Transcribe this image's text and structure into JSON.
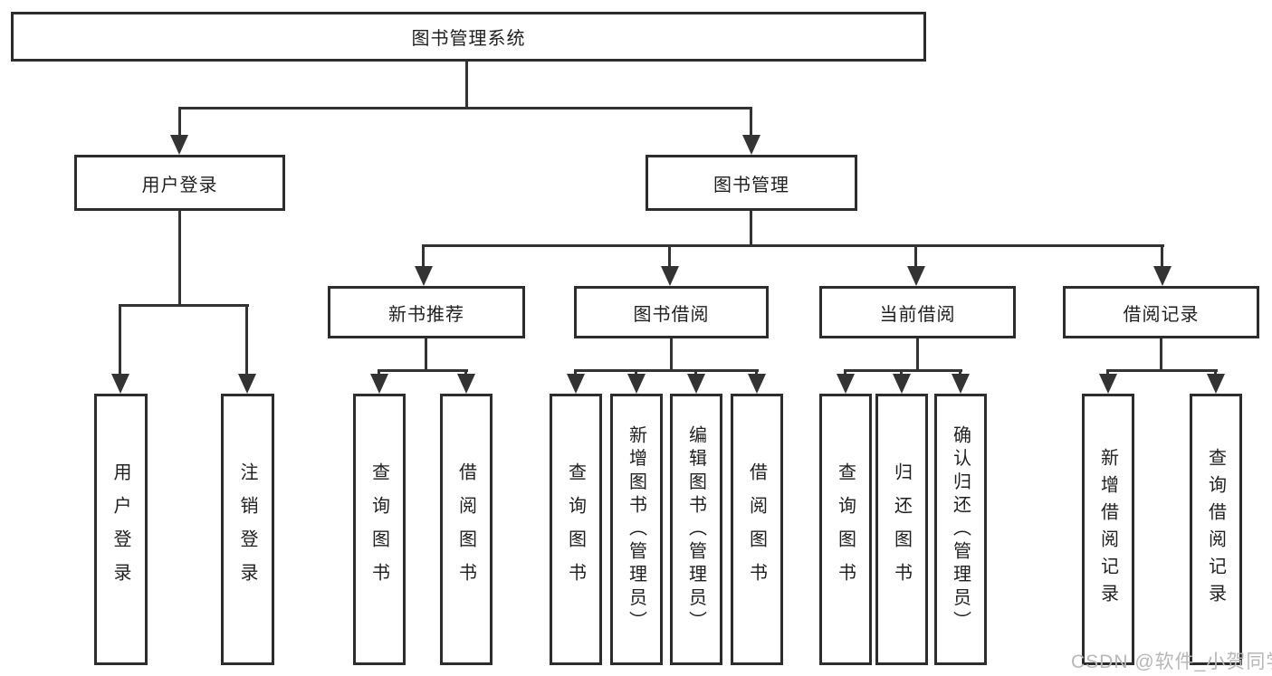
{
  "diagram": {
    "title": "图书管理系统",
    "root": {
      "label": "图书管理系统"
    },
    "branches": [
      {
        "label": "用户登录",
        "children": [
          "用户登录",
          "注销登录"
        ]
      },
      {
        "label": "图书管理",
        "sections": [
          {
            "label": "新书推荐",
            "children": [
              "查询图书",
              "借阅图书"
            ]
          },
          {
            "label": "图书借阅",
            "children": [
              "查询图书",
              "新增图书（管理员）",
              "编辑图书（管理员）",
              "借阅图书"
            ]
          },
          {
            "label": "当前借阅",
            "children": [
              "查询图书",
              "归还图书",
              "确认归还（管理员）"
            ]
          },
          {
            "label": "借阅记录",
            "children": [
              "新增借阅记录",
              "查询借阅记录"
            ]
          }
        ]
      }
    ]
  },
  "watermark": {
    "text": "CSDN @软件_小贺同学"
  },
  "colors": {
    "line": "#333333",
    "border": "#2d2d2d",
    "text": "#1f1f1f",
    "watermark": "#b7b7b7",
    "background": "#ffffff"
  }
}
